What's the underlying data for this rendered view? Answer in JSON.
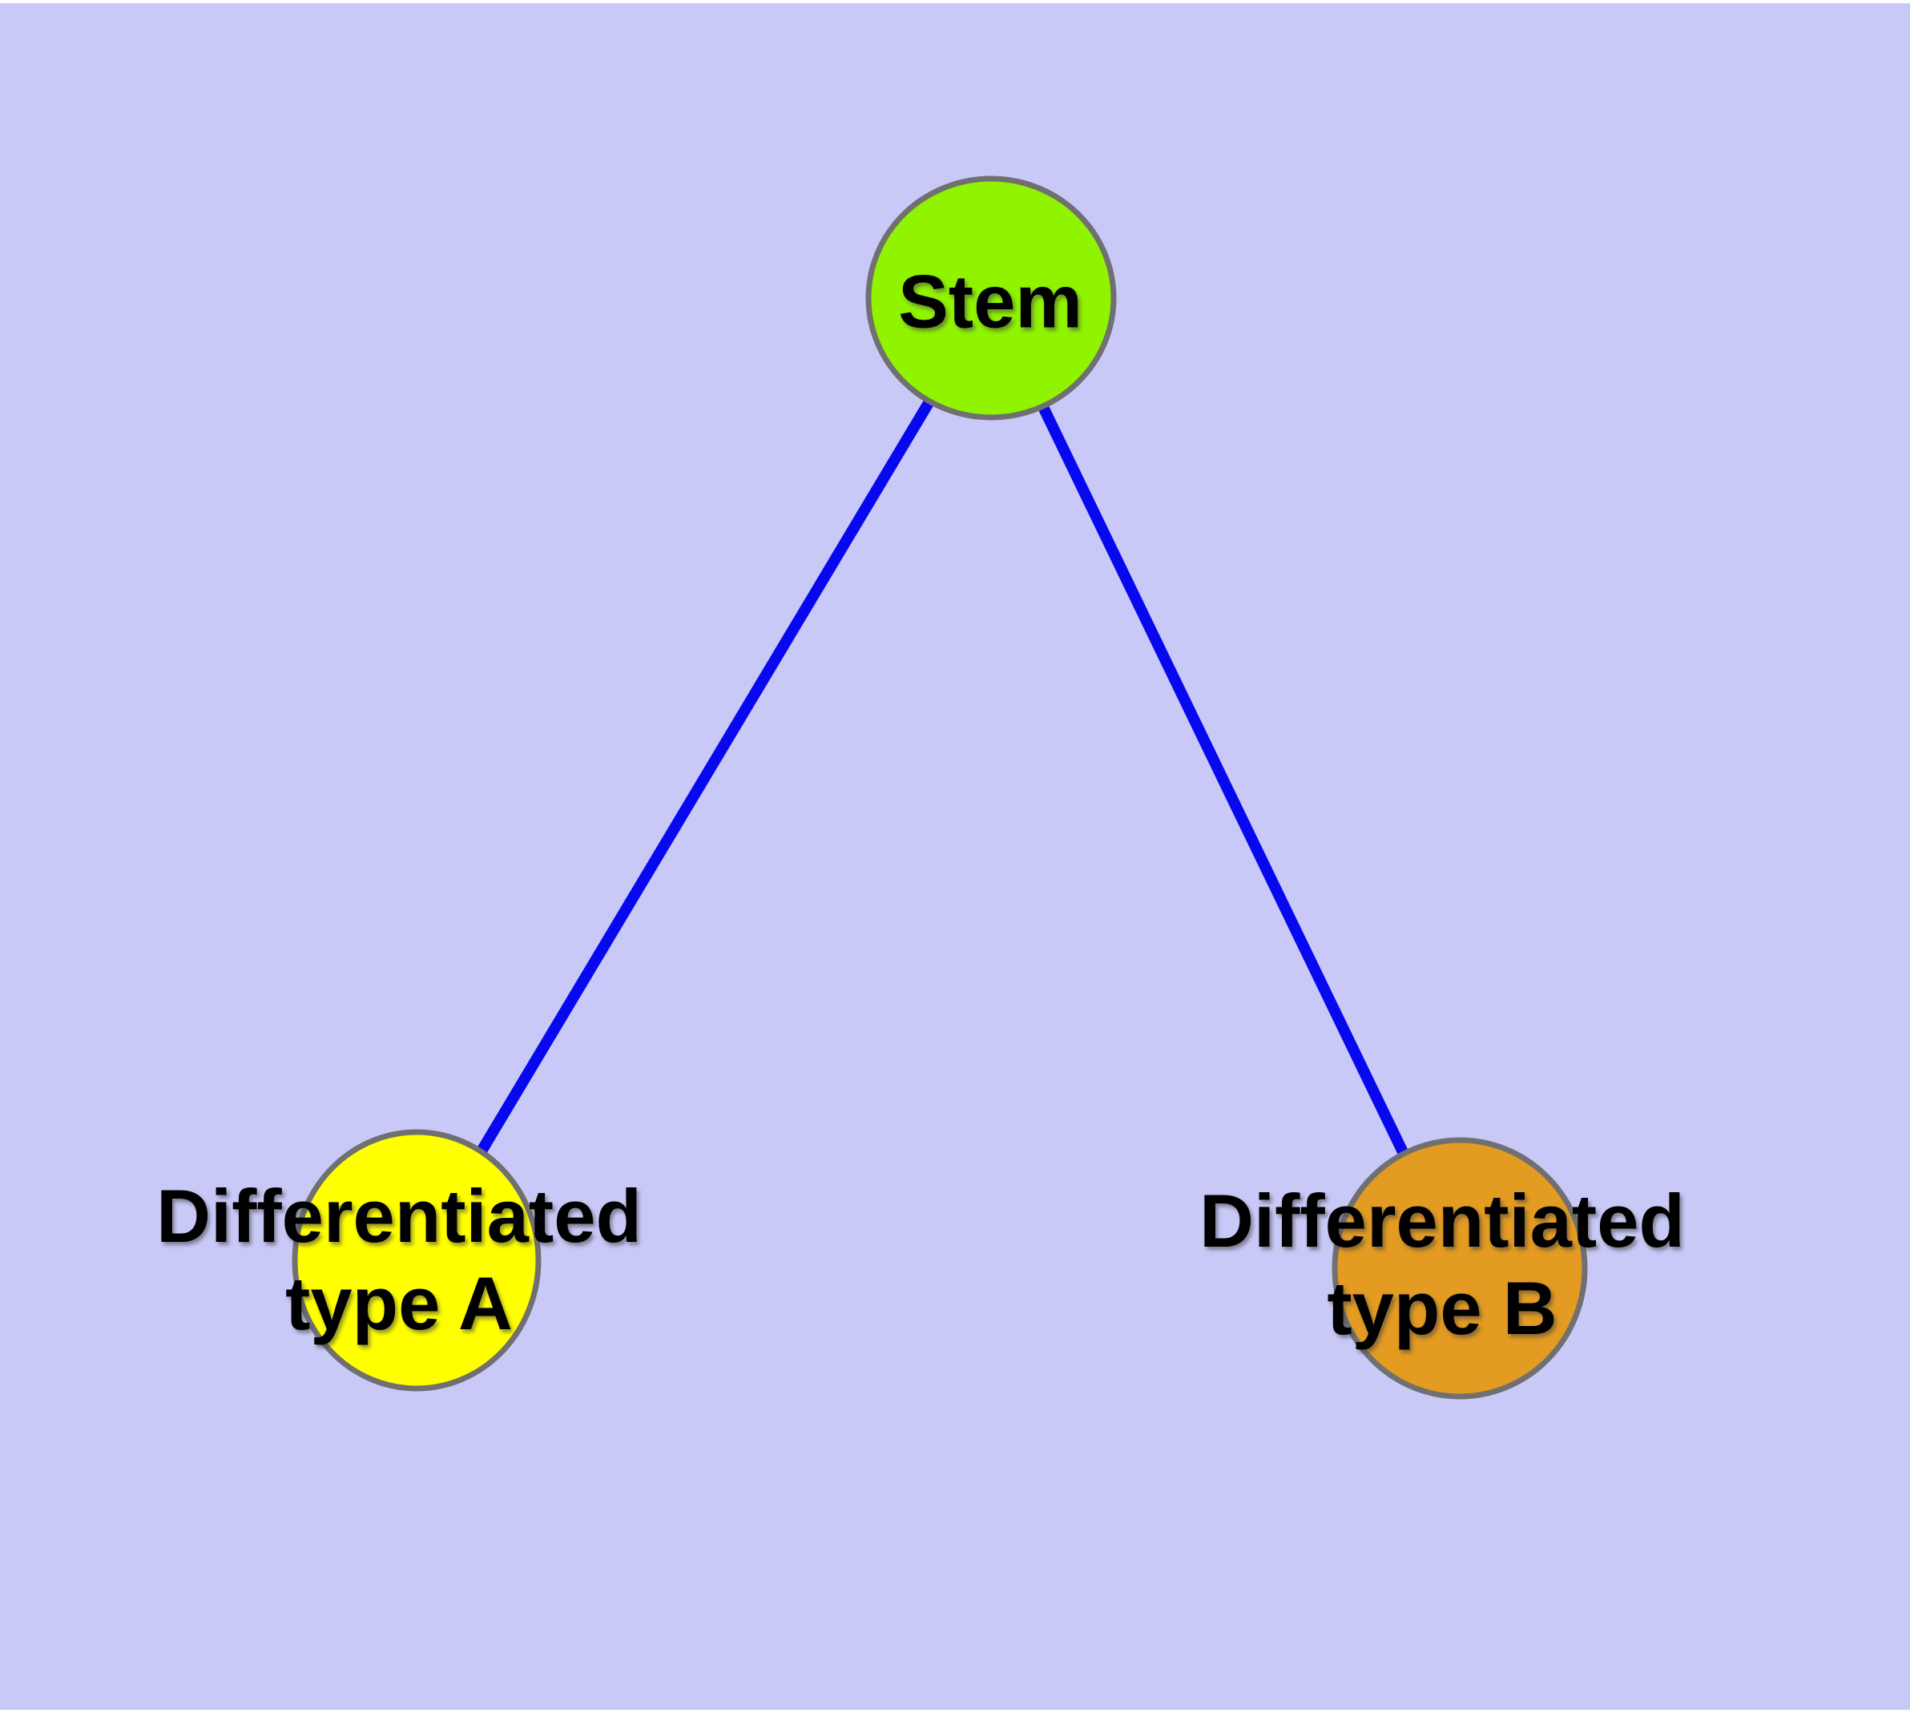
{
  "diagram": {
    "kind": "cell-differentiation-graph",
    "background_color": "#C9C9F8",
    "page_margin_color": "#FFFFFF",
    "edge_color": "#0808F0",
    "node_border_color": "#707070",
    "label_color": "#000000",
    "nodes": [
      {
        "id": "stem",
        "label": "Stem",
        "fill": "#90F300"
      },
      {
        "id": "differentiated-type-a",
        "label": "Differentiated\ntype A",
        "fill": "#FFFF00"
      },
      {
        "id": "differentiated-type-b",
        "label": "Differentiated\ntype B",
        "fill": "#E39B22"
      }
    ],
    "edges": [
      {
        "from": "Stem",
        "to": "Differentiated type A"
      },
      {
        "from": "Stem",
        "to": "Differentiated type B"
      }
    ]
  }
}
